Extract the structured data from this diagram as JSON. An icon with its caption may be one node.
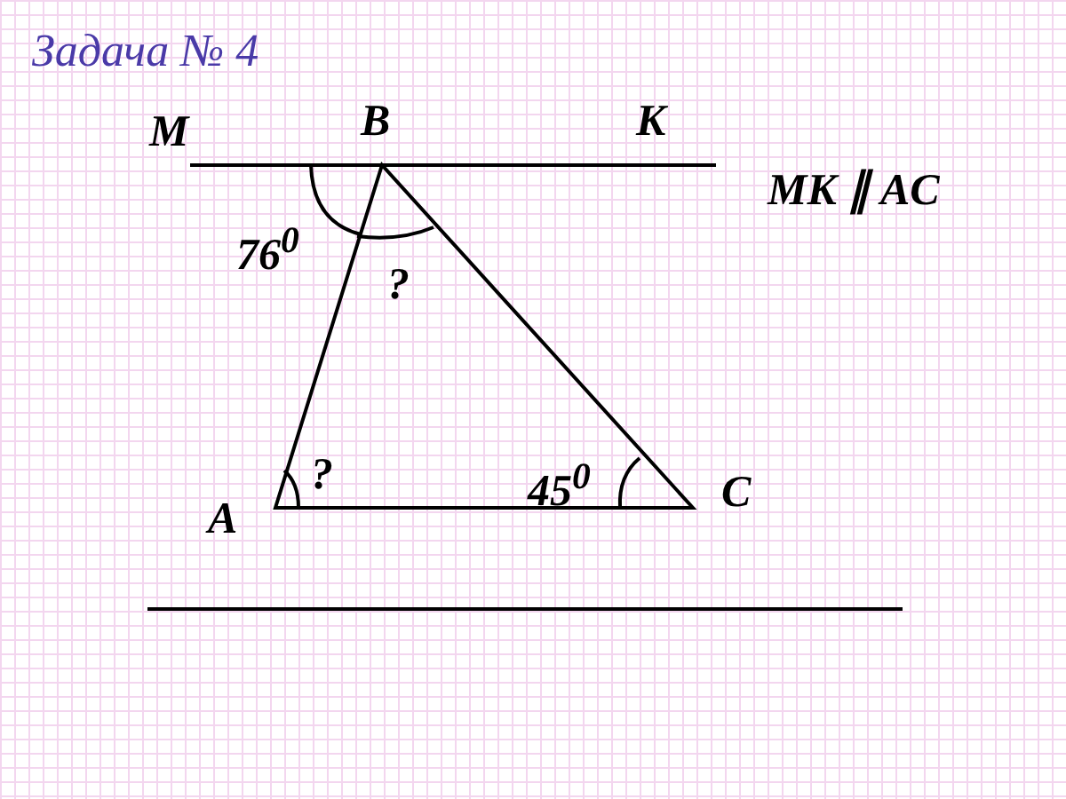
{
  "diagram": {
    "title": "Задача № 4",
    "labels": [
      "M",
      "B",
      "K",
      "MK ∥ AC",
      "76$^{0}$",
      "?",
      "?",
      "45$^{0}$",
      "A",
      "C"
    ]
  }
}
